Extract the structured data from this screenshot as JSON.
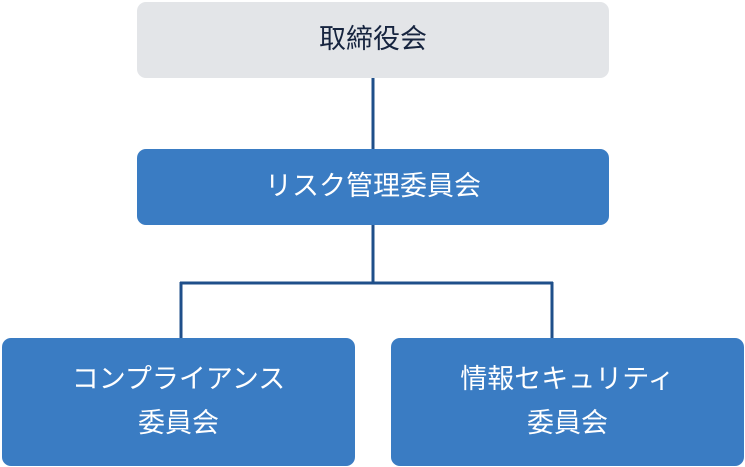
{
  "colors": {
    "board_fill": "#e3e5e8",
    "board_text": "#16243f",
    "committee_fill": "#3a7cc3",
    "committee_text": "#ffffff",
    "connector": "#1f4f8a"
  },
  "org_chart": {
    "board": {
      "label": "取締役会"
    },
    "risk_committee": {
      "label": "リスク管理委員会"
    },
    "compliance_committee": {
      "line1": "コンプライアンス",
      "line2": "委員会"
    },
    "security_committee": {
      "line1": "情報セキュリティ",
      "line2": "委員会"
    }
  }
}
